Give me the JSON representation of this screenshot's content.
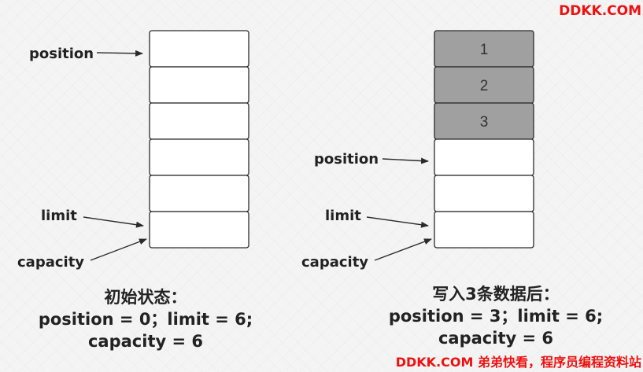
{
  "watermark": {
    "top": "DDKK.COM",
    "bottom": "DDKK.COM 弟弟快看，程序员编程资料站"
  },
  "left_diagram": {
    "cells": [
      "",
      "",
      "",
      "",
      "",
      ""
    ],
    "position_label": "position",
    "limit_label": "limit",
    "capacity_label": "capacity",
    "caption": {
      "line1": "初始状态：",
      "line2": "position = 0；limit = 6;",
      "line3": "capacity = 6"
    }
  },
  "right_diagram": {
    "cells": [
      "1",
      "2",
      "3",
      "",
      "",
      ""
    ],
    "filled_count": 3,
    "position_label": "position",
    "limit_label": "limit",
    "capacity_label": "capacity",
    "caption": {
      "line1": "写入3条数据后：",
      "line2": "position = 3；limit = 6;",
      "line3": "capacity = 6"
    }
  },
  "colors": {
    "filled_cell": "#a0a0a0",
    "empty_cell": "#ffffff",
    "watermark": "#ee1111"
  }
}
